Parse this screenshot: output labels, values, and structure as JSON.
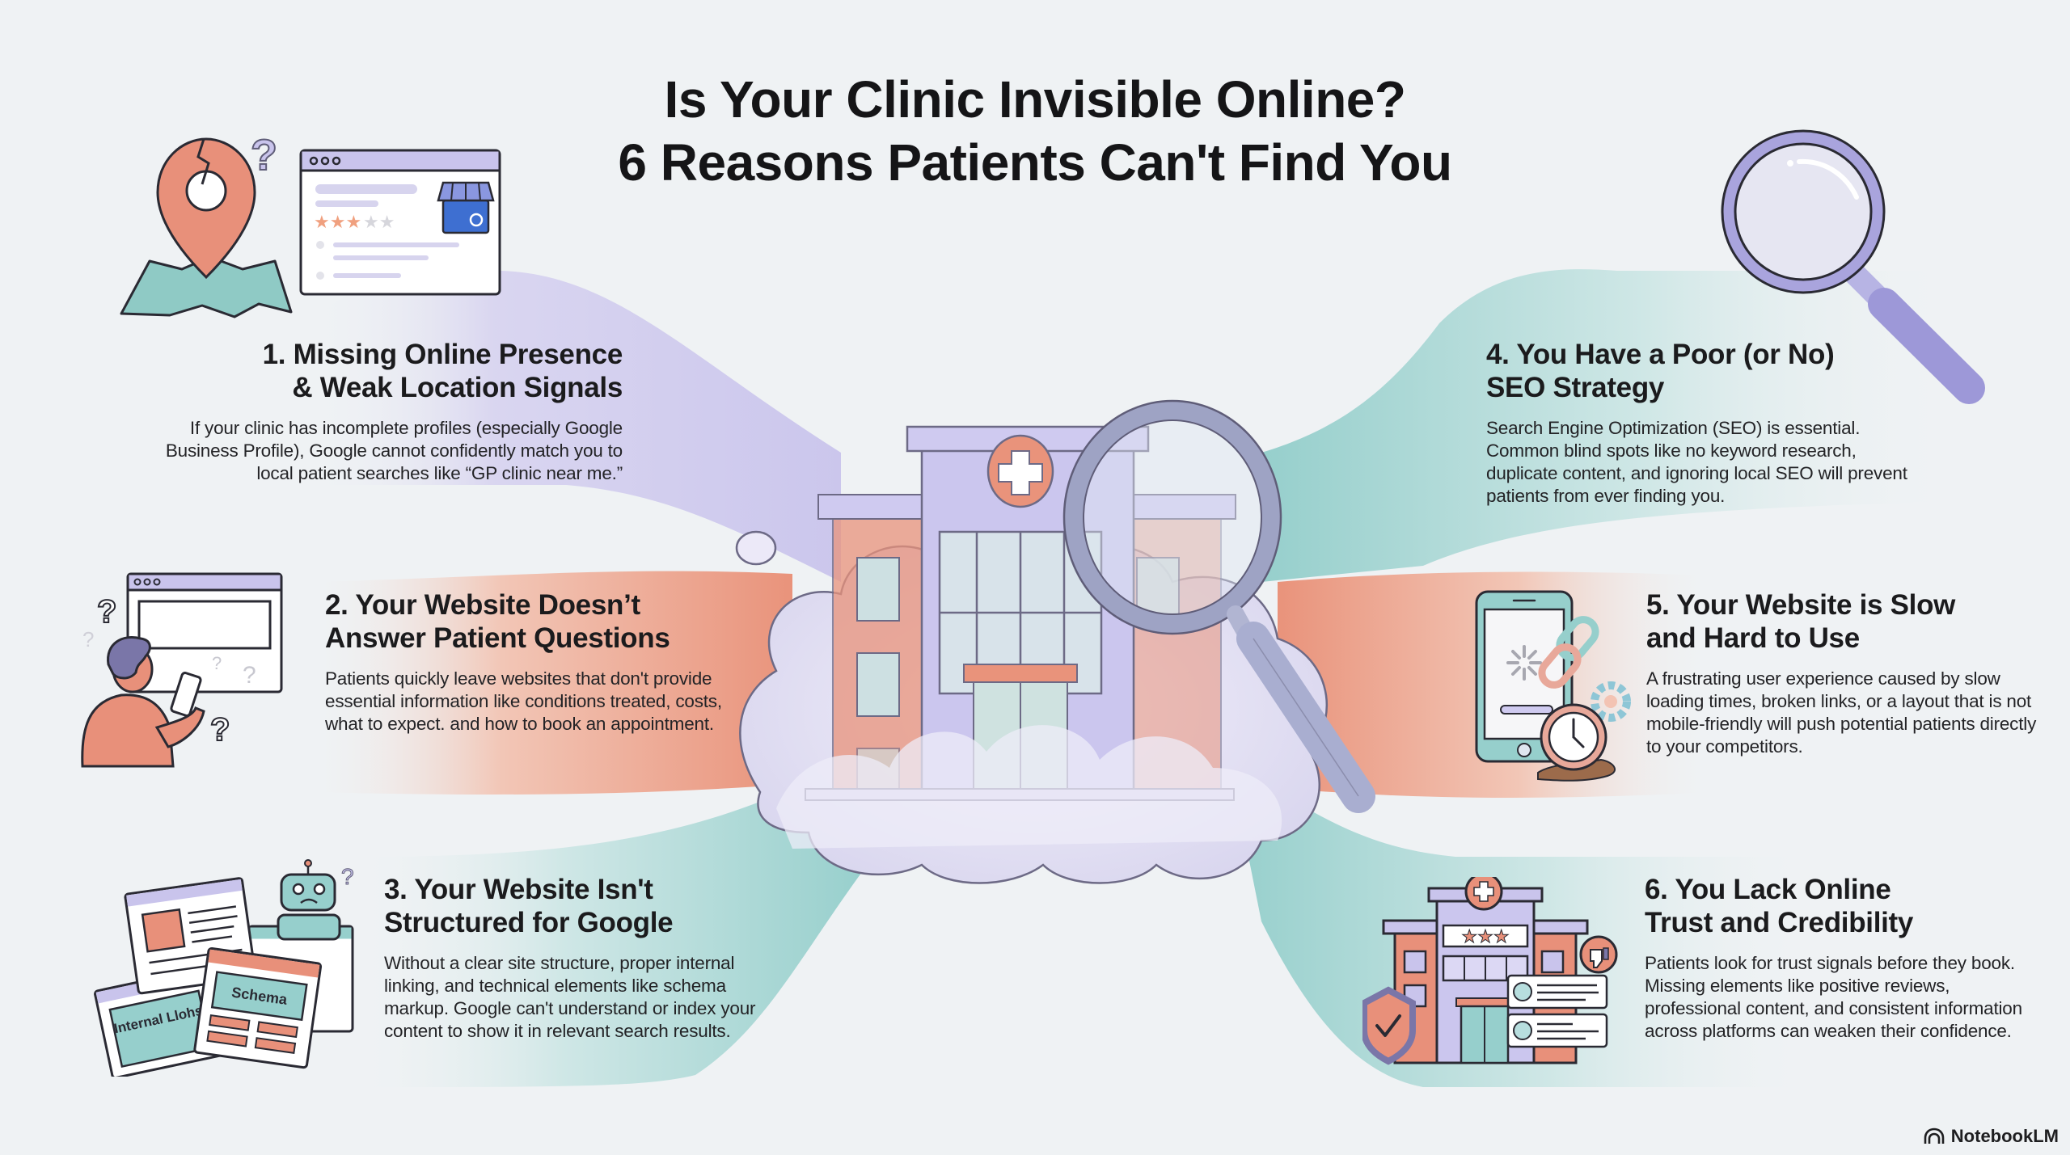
{
  "header": {
    "title_line1": "Is Your Clinic Invisible Online?",
    "title_line2": "6 Reasons Patients Can't Find You"
  },
  "colors": {
    "background": "#eff2f4",
    "lavender": "#c9c4ec",
    "coral": "#e9937b",
    "teal": "#96cfcc",
    "outline": "#2a2a33",
    "text": "#1b1b1d"
  },
  "reasons": [
    {
      "number": "1",
      "title_line1": "1. Missing Online Presence",
      "title_line2": "& Weak Location Signals",
      "body": "If your clinic has incomplete profiles (especially Google Business Profile), Google cannot confidently match you to local patient searches like “GP clinic near me.”",
      "band_color": "lavender",
      "icon": "broken-map-pin-and-business-profile-icon"
    },
    {
      "number": "2",
      "title_line1": "2. Your Website Doesn’t",
      "title_line2": "Answer Patient Questions",
      "body": "Patients quickly leave websites that don't provide essential information like conditions treated, costs, what to expect. and how to book an appointment.",
      "band_color": "coral",
      "icon": "confused-patient-with-phone-icon"
    },
    {
      "number": "3",
      "title_line1": "3. Your Website Isn't",
      "title_line2": "Structured for Google",
      "body": "Without a clear site structure, proper internal linking, and technical elements like schema markup. Google can't understand or index your content to show it in relevant search results.",
      "band_color": "teal",
      "icon": "confused-robot-with-web-pages-icon",
      "icon_labels": [
        "Internal Llohs",
        "Schema"
      ]
    },
    {
      "number": "4",
      "title_line1": "4. You Have a Poor (or No)",
      "title_line2": "SEO Strategy",
      "body": "Search Engine Optimization (SEO) is essential. Common blind spots like no keyword research, duplicate content, and ignoring local SEO will prevent patients from ever finding you.",
      "band_color": "teal",
      "icon": "magnifying-glass-icon"
    },
    {
      "number": "5",
      "title_line1": "5. Your Website is Slow",
      "title_line2": "and Hard to Use",
      "body": "A frustrating user experience caused by slow loading times, broken links, or a layout that is not mobile-friendly will push potential patients directly to your competitors.",
      "band_color": "coral",
      "icon": "slow-phone-broken-link-melting-clock-icon"
    },
    {
      "number": "6",
      "title_line1": "6. You Lack Online",
      "title_line2": "Trust and Credibility",
      "body": "Patients look for trust signals before they book. Missing elements like positive reviews, professional content, and consistent information across platforms can weaken their confidence.",
      "band_color": "teal",
      "icon": "clinic-with-reviews-and-shield-icon"
    }
  ],
  "center_illustration": {
    "icon": "clinic-in-fog-with-magnifier-icon"
  },
  "footer": {
    "brand": "NotebookLM"
  }
}
